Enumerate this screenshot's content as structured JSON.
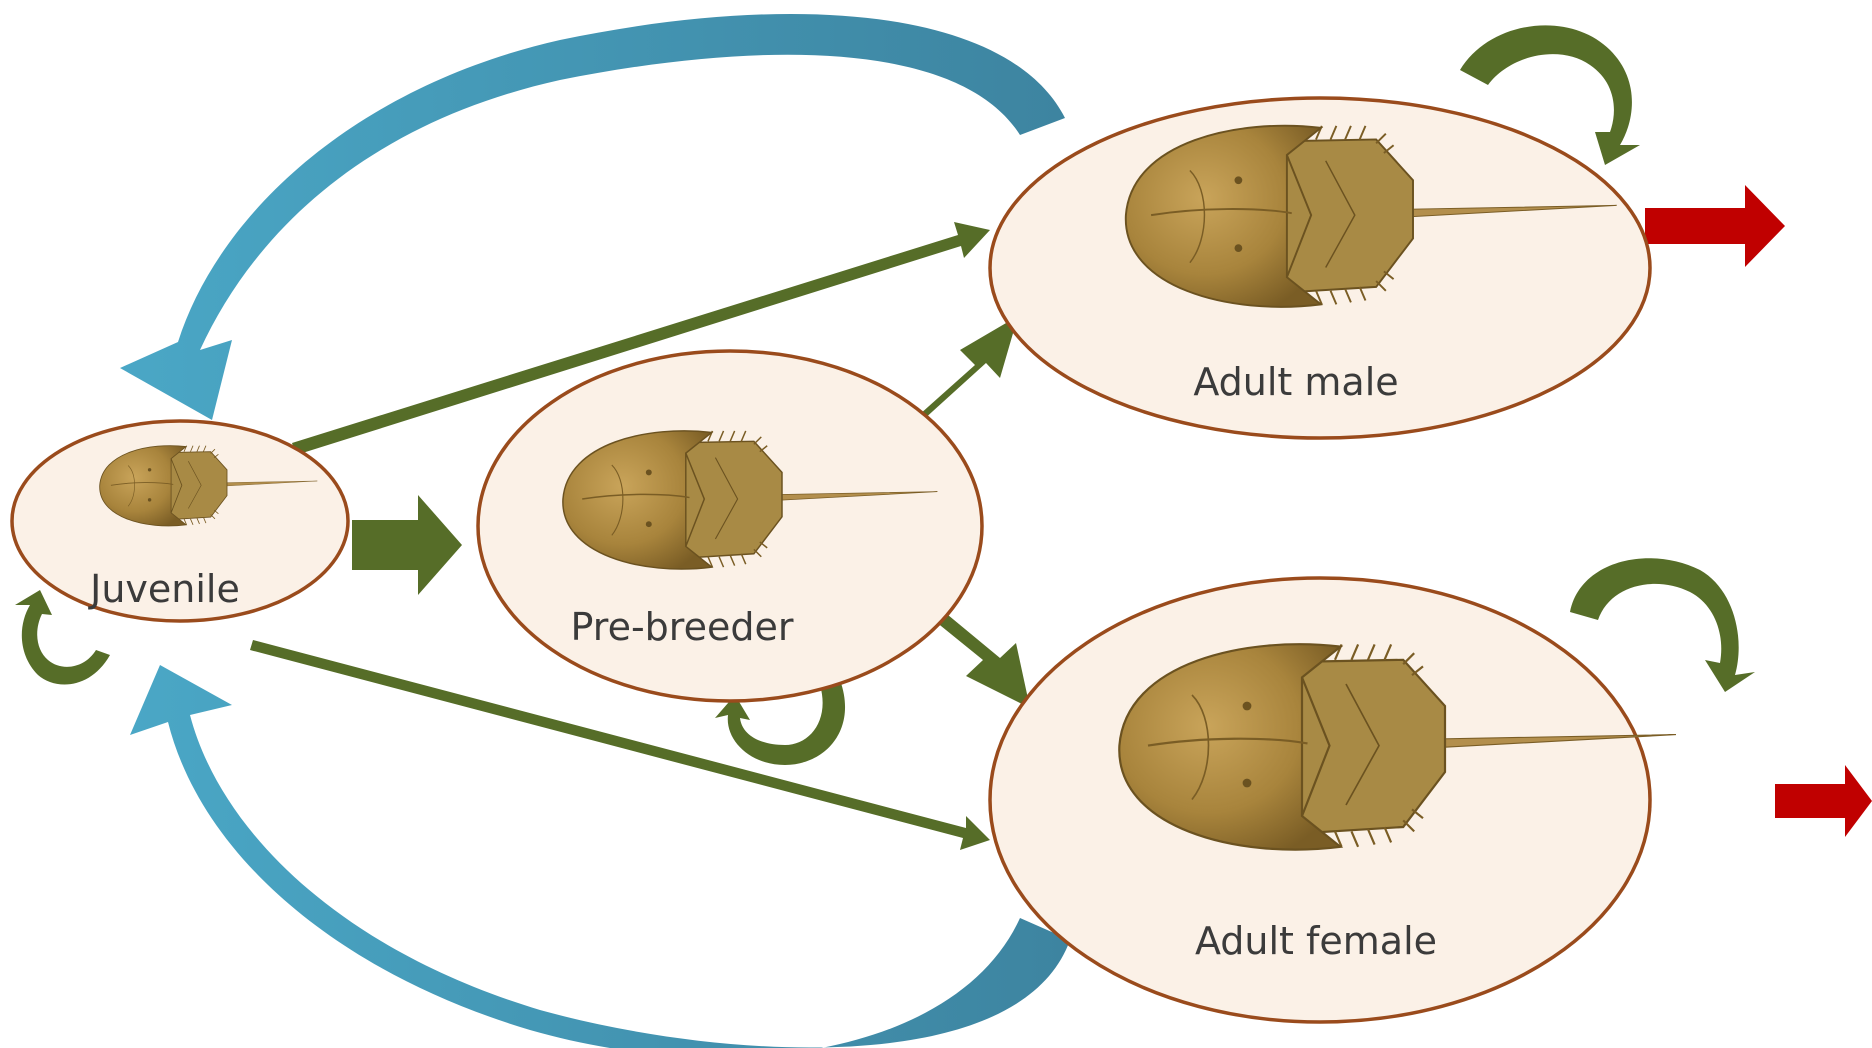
{
  "stages": {
    "juvenile": {
      "label": "Juvenile"
    },
    "prebreeder": {
      "label": "Pre-breeder"
    },
    "adult_male": {
      "label": "Adult male"
    },
    "adult_female": {
      "label": "Adult female"
    }
  },
  "colors": {
    "transition_arrow": "#566d28",
    "reproduction_arrow": "#4aa7c6",
    "removal_arrow": "#c00000",
    "node_fill": "#fbf1e7",
    "node_outline": "#9a4b1c"
  }
}
